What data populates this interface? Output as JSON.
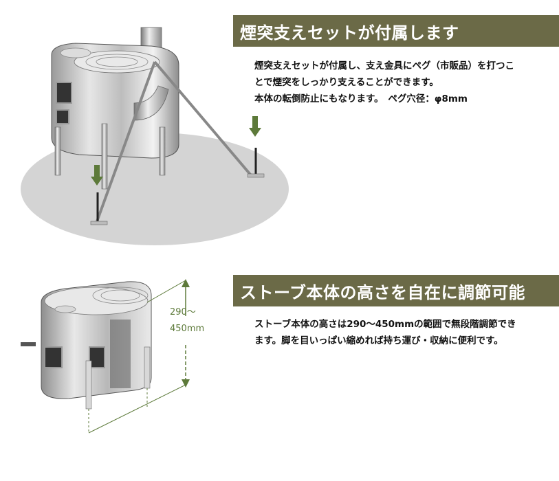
{
  "section1": {
    "title": "煙突支えセットが付属します",
    "desc_line1": "煙突支えセットが付属し、支え金具にペグ（市販品）を打つこ",
    "desc_line2": "とで煙突をしっかり支えることができます。",
    "desc_line3": "本体の転倒防止にもなります。　ペグ穴径：φ8mm"
  },
  "section2": {
    "title": "ストーブ本体の高さを自在に調節可能",
    "desc_line1": "ストーブ本体の高さは290～450mmの範囲で無段階調節でき",
    "desc_line2": "ます。脚を目いっぱい縮めれば持ち運び・収納に便利です。",
    "height_label_top": "290～",
    "height_label_bottom": "450mm"
  },
  "colors": {
    "header_bg": "#6b6a47",
    "header_text": "#ffffff",
    "arrow_green": "#5d7a3a"
  }
}
